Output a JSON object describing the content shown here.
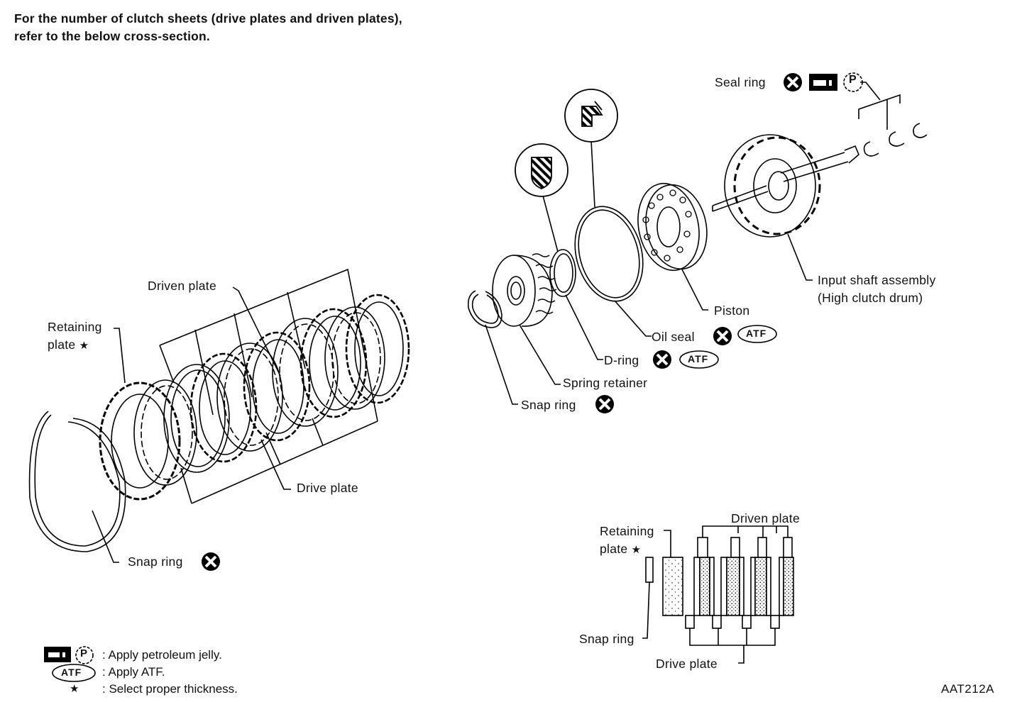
{
  "intro": {
    "line1": "For the number of clutch sheets (drive plates and driven plates),",
    "line2": "refer to the below cross-section."
  },
  "labels": {
    "seal_ring": "Seal ring",
    "input_shaft_1": "Input shaft assembly",
    "input_shaft_2": "(High clutch drum)",
    "piston": "Piston",
    "oil_seal": "Oil seal",
    "d_ring": "D-ring",
    "spring_retainer": "Spring retainer",
    "snap_ring_upper": "Snap ring",
    "driven_plate_left": "Driven plate",
    "retaining_plate_left_1": "Retaining",
    "retaining_plate_left_2": "plate",
    "drive_plate_left": "Drive plate",
    "snap_ring_left": "Snap ring",
    "driven_plate_cs": "Driven plate",
    "retaining_plate_cs_1": "Retaining",
    "retaining_plate_cs_2": "plate",
    "snap_ring_cs": "Snap ring",
    "drive_plate_cs": "Drive plate"
  },
  "symbols": {
    "star": "★",
    "p_mark": "P",
    "atf_mark": "ATF"
  },
  "legend": [
    {
      "icon": "petroleum-jelly-icon",
      "text": ": Apply petroleum jelly."
    },
    {
      "icon": "atf-icon",
      "text": ": Apply ATF."
    },
    {
      "icon": "star-icon",
      "text": ": Select proper thickness."
    }
  ],
  "figure_code": "AAT212A"
}
